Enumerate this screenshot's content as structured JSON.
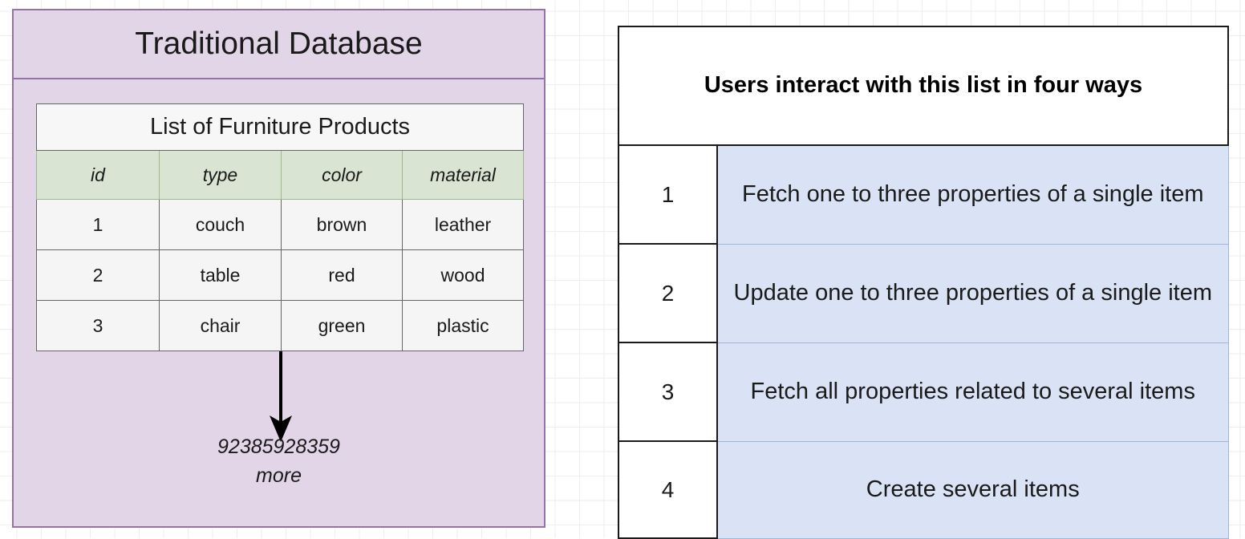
{
  "left_panel": {
    "title": "Traditional Database",
    "accent_border": "#9673a6",
    "fill": "#e1d5e7",
    "table": {
      "caption": "List of Furniture Products",
      "header_fill": "#d9e4d3",
      "columns": [
        "id",
        "type",
        "color",
        "material"
      ],
      "rows": [
        [
          "1",
          "couch",
          "brown",
          "leather"
        ],
        [
          "2",
          "table",
          "red",
          "wood"
        ],
        [
          "3",
          "chair",
          "green",
          "plastic"
        ]
      ]
    },
    "overflow": {
      "arrow": "down-arrow-icon",
      "line1": "92385928359",
      "line2": "more"
    }
  },
  "right_panel": {
    "header": "Users interact with this list in four ways",
    "row_fill": "#dae3f5",
    "rows": [
      {
        "number": "1",
        "description": "Fetch one to three properties of a single item"
      },
      {
        "number": "2",
        "description": "Update one to three properties of a single item"
      },
      {
        "number": "3",
        "description": "Fetch all properties related to several items"
      },
      {
        "number": "4",
        "description": "Create several items"
      }
    ]
  }
}
